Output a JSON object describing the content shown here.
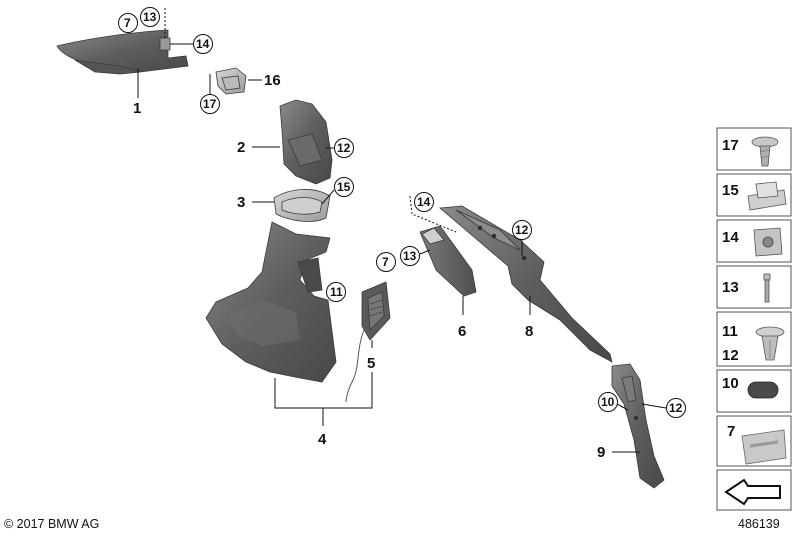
{
  "diagram": {
    "part_labels": {
      "p1": "1",
      "p2": "2",
      "p3": "3",
      "p4": "4",
      "p5": "5",
      "p6": "6",
      "p8": "8",
      "p9": "9",
      "p16": "16"
    },
    "callouts": {
      "c7a": "7",
      "c13a": "13",
      "c14a": "14",
      "c17a": "17",
      "c12a": "12",
      "c15a": "15",
      "c11a": "11",
      "c14b": "14",
      "c7b": "7",
      "c13b": "13",
      "c12b": "12",
      "c10a": "10",
      "c12c": "12"
    },
    "sidebar": {
      "s17": "17",
      "s15": "15",
      "s14": "14",
      "s13": "13",
      "s11": "11",
      "s12": "12",
      "s10": "10",
      "s7": "7"
    },
    "copyright": "© 2017 BMW AG",
    "diagram_number": "486139"
  }
}
